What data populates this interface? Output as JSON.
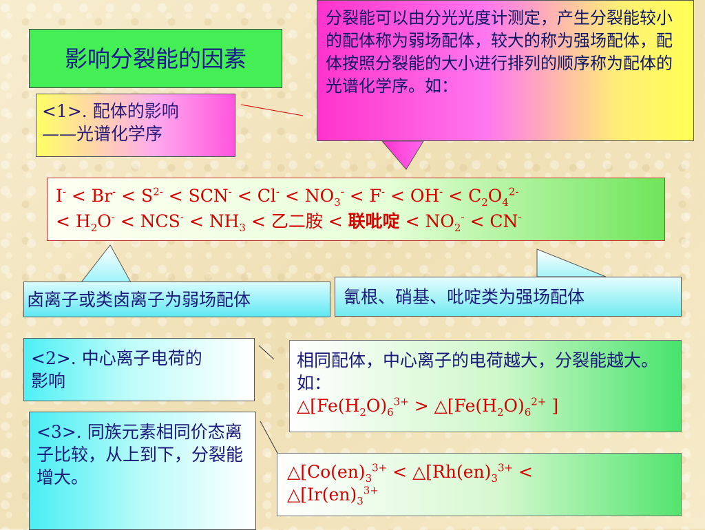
{
  "title": "影响分裂能的因素",
  "note_top": "分裂能可以由分光光度计测定，产生分裂能较小的配体称为弱场配体，较大的称为强场配体，配体按照分裂能的大小进行排列的顺序称为配体的光谱化学序。如：",
  "section1": {
    "line1": "<1>. 配体的影响",
    "line2": "——光谱化学序"
  },
  "series": {
    "s1": "I",
    "s2": "-",
    "s3": " < Br",
    "s4": "-",
    "s5": " < S",
    "s6": "2-",
    "s7": " < SCN",
    "s8": "-",
    "s9": " < Cl",
    "s10": "-",
    "s11": " < NO",
    "s12": "3",
    "s13": "-",
    "s14": " < F",
    "s15": "-",
    "s16": " < OH",
    "s17": "-",
    "s18": " < C",
    "s19": "2",
    "s20": "O",
    "s21": "4",
    "s22": "2-",
    "r1": "< H",
    "r2": "2",
    "r3": "O",
    "r4": "-",
    "r5": " < NCS",
    "r6": "-",
    "r7": " < NH",
    "r8": "3",
    "r9": " < ",
    "r10": "乙二胺",
    "r11": " < ",
    "r12": "联吡啶",
    "r13": " < NO",
    "r14": "2",
    "r15": "-",
    "r16": " < CN",
    "r17": "-"
  },
  "weak_label": "卤离子或类卤离子为弱场配体",
  "strong_label": "氰根、硝基、吡啶类为强场配体",
  "section2": "<2>. 中心离子电荷的影响",
  "note2": {
    "line1": "相同配体，中心离子的电荷越大，分裂能越大。如：",
    "f1": "△[Fe(H",
    "f2": "2",
    "f3": "O)",
    "f4": "6",
    "f5": "3+",
    "f6": " > △[Fe(H",
    "f7": "2",
    "f8": "O)",
    "f9": "6",
    "f10": "2+",
    "f11": " ]"
  },
  "section3": "<3>. 同族元素相同价态离子比较，从上到下，分裂能增大。",
  "note3": {
    "g1": "△[Co(en)",
    "g2": "3",
    "g3": "3+",
    "g4": " < △[Rh(en)",
    "g5": "3",
    "g6": "3+",
    "g7": " <",
    "g8": "△[Ir(en)",
    "g9": "3",
    "g10": "3+"
  }
}
